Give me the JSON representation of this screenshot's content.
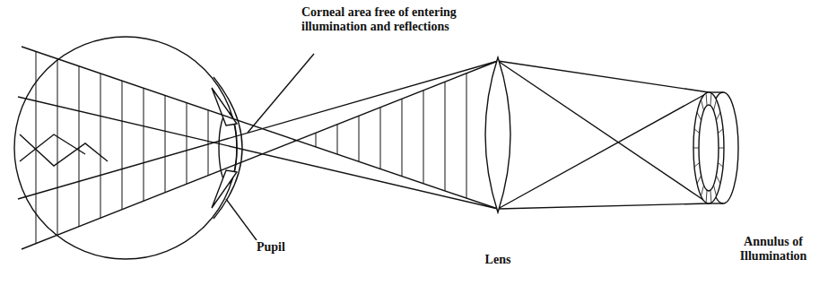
{
  "diagram": {
    "labels": [
      "Corneal area free of entering illumination and reflections",
      "Pupil",
      "Lens",
      "Annulus of Illumination"
    ]
  }
}
